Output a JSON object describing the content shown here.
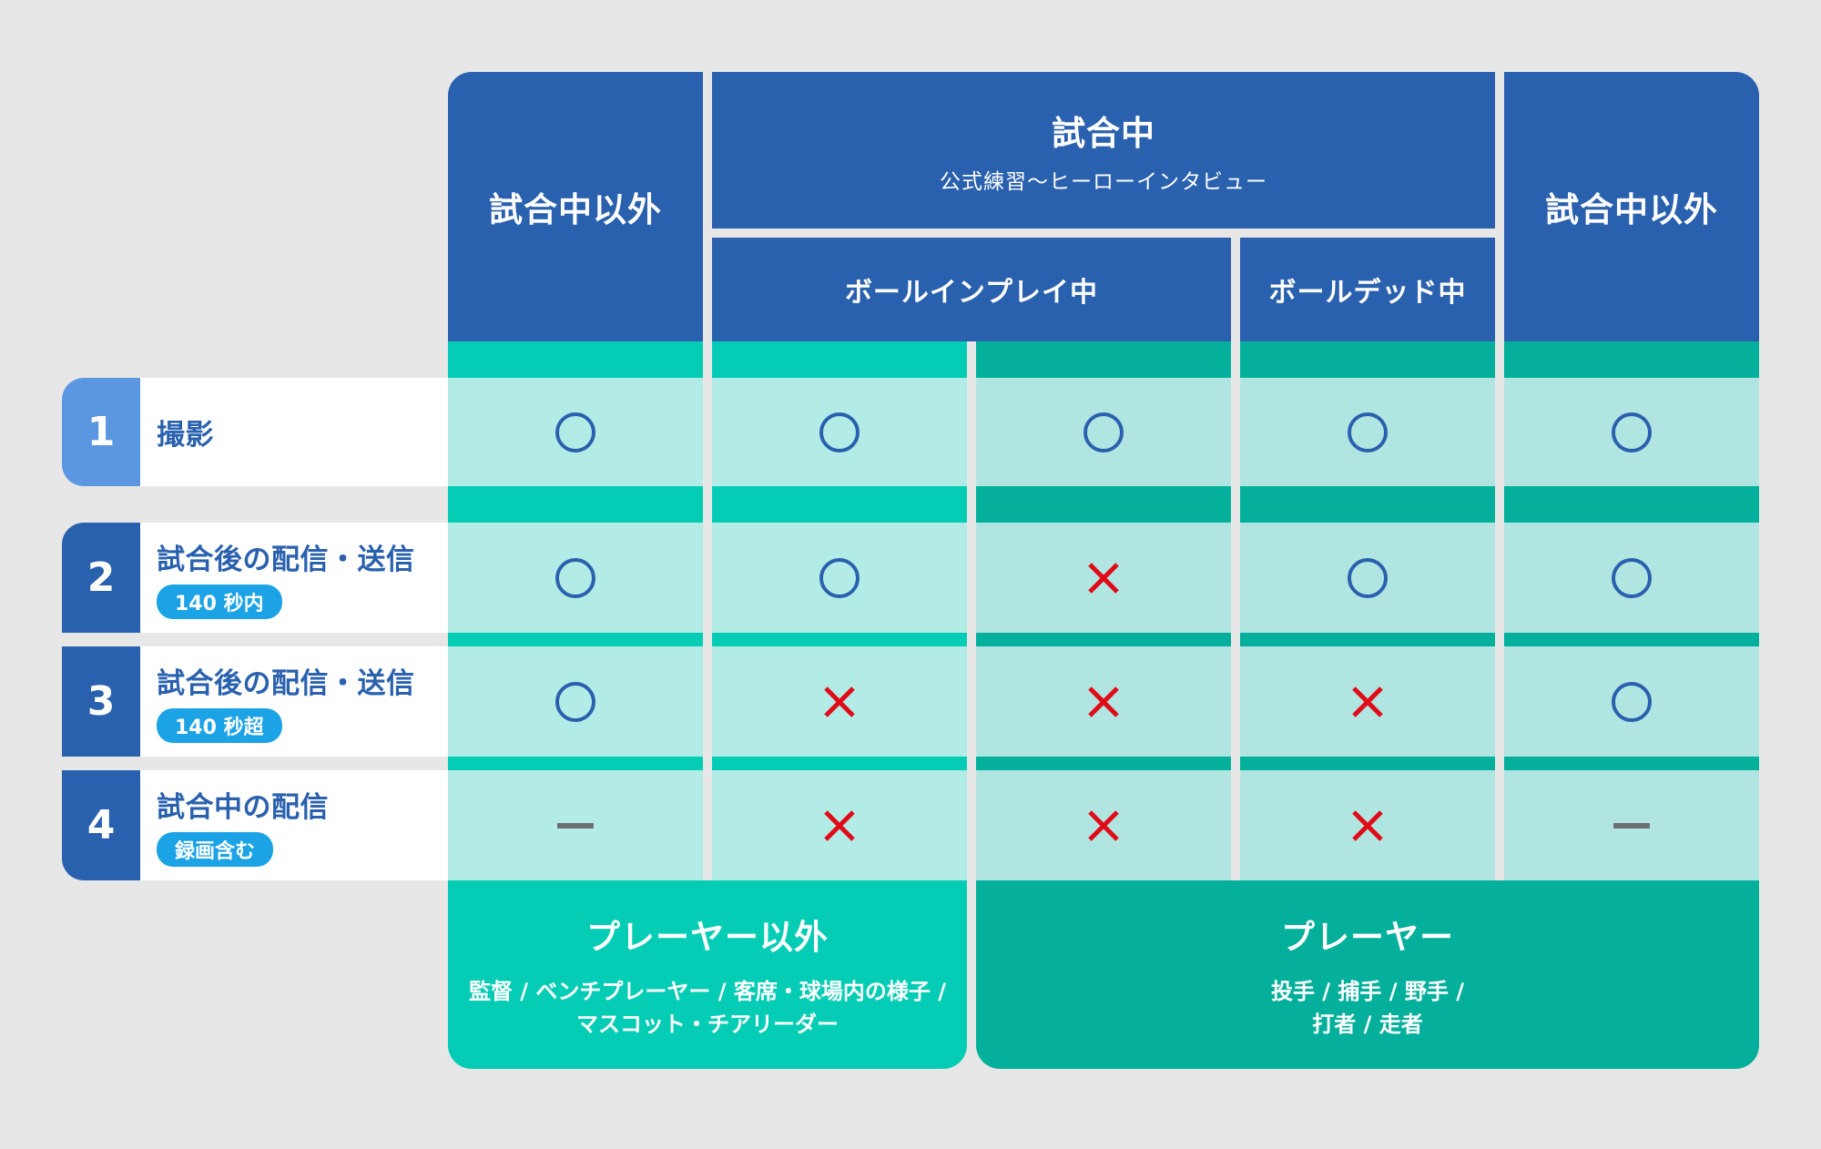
{
  "colors": {
    "header_blue": "#2a61ae",
    "light_teal": "#b3ece6",
    "light_teal_dark": "#b1e5e1",
    "band_teal": "#05cdb5",
    "band_teal_dark": "#04b09b",
    "circle_blue": "#2a61ae",
    "cross_red": "#e10a17",
    "dash_gray": "#6b6e72",
    "number_light_blue": "#5a97e0",
    "number_blue": "#2a61ae",
    "pill_blue": "#1ba3e6"
  },
  "header": {
    "left_outside": "試合中以外",
    "during_title": "試合中",
    "during_sub": "公式練習～ヒーローインタビュー",
    "ball_in_play": "ボールインプレイ中",
    "ball_dead": "ボールデッド中",
    "right_outside": "試合中以外"
  },
  "rows": [
    {
      "number": "1",
      "label": "撮影",
      "pill": "",
      "marks": [
        "circle",
        "circle",
        "circle",
        "circle",
        "circle"
      ]
    },
    {
      "number": "2",
      "label": "試合後の配信・送信",
      "pill": "140 秒内",
      "marks": [
        "circle",
        "circle",
        "cross",
        "circle",
        "circle"
      ]
    },
    {
      "number": "3",
      "label": "試合後の配信・送信",
      "pill": "140 秒超",
      "marks": [
        "circle",
        "cross",
        "cross",
        "cross",
        "circle"
      ]
    },
    {
      "number": "4",
      "label": "試合中の配信",
      "pill": "録画含む",
      "marks": [
        "dash",
        "cross",
        "cross",
        "cross",
        "dash"
      ]
    }
  ],
  "footer": {
    "non_player_title": "プレーヤー以外",
    "non_player_line1": "監督 / ベンチプレーヤー / 客席・球場内の様子 /",
    "non_player_line2": "マスコット・チアリーダー",
    "player_title": "プレーヤー",
    "player_line1": "投手 / 捕手 / 野手 /",
    "player_line2": "打者 / 走者"
  }
}
